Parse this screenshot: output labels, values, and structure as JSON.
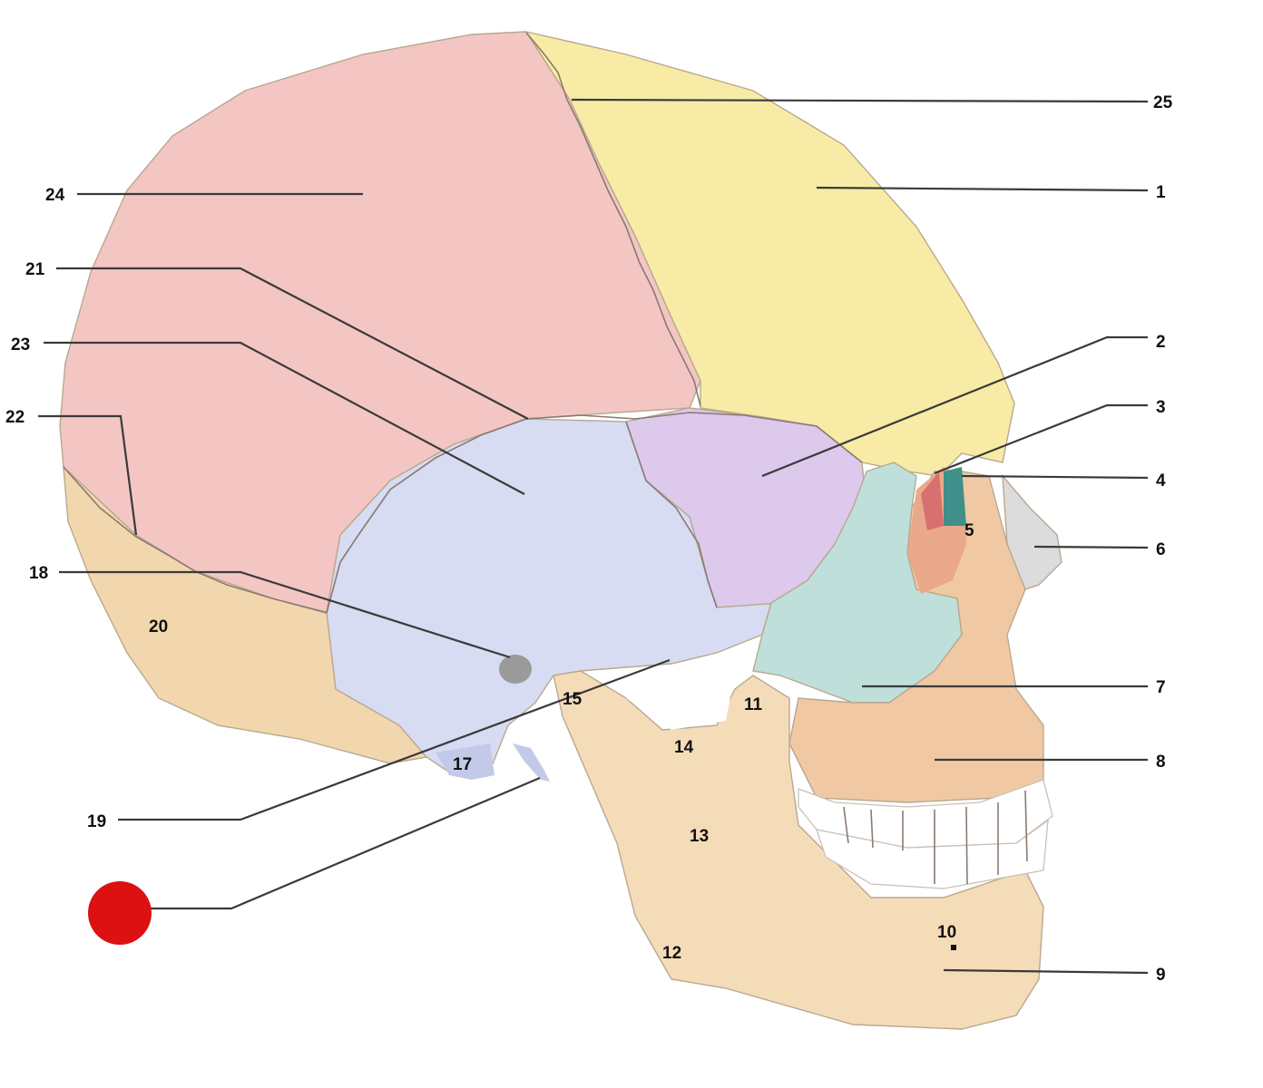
{
  "diagram": {
    "labels": {
      "l1": "1",
      "l2": "2",
      "l3": "3",
      "l4": "4",
      "l5": "5",
      "l6": "6",
      "l7": "7",
      "l8": "8",
      "l9": "9",
      "l10": "10",
      "l11": "11",
      "l12": "12",
      "l13": "13",
      "l14": "14",
      "l15": "15",
      "l17": "17",
      "l18": "18",
      "l19": "19",
      "l20": "20",
      "l21": "21",
      "l22": "22",
      "l23": "23",
      "l24": "24",
      "l25": "25"
    },
    "colors": {
      "parietal": "#f3c6c4",
      "frontal": "#f8eba5",
      "temporal": "#d7dcf2",
      "sphenoid": "#dcc9ec",
      "zygomatic": "#bfe0da",
      "occipital": "#f2d7ae",
      "maxilla": "#f0c9a4",
      "mandible": "#f5dcb8",
      "nasal": "#dcdcdc",
      "lacrimal": "#3f8f8a",
      "marker": "#dd1111"
    }
  }
}
